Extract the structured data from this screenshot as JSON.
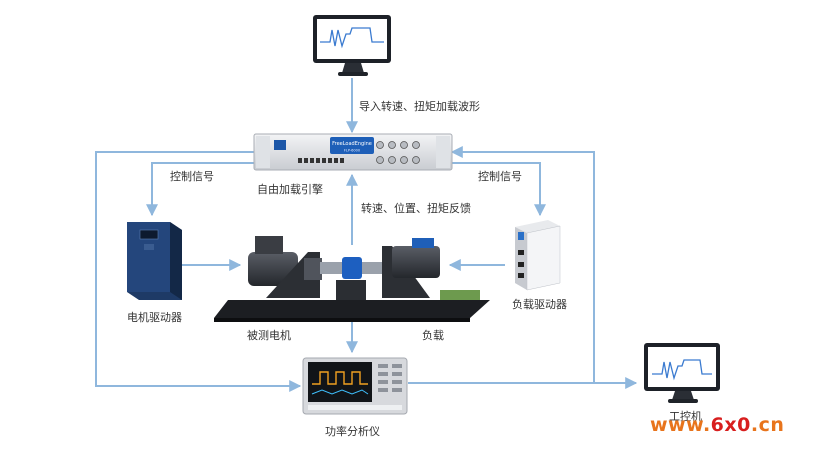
{
  "nodes": {
    "top_pc": {
      "label": ""
    },
    "engine": {
      "label": "自由加载引擎",
      "panel_text": "FreeLoadEngine",
      "panel_model": "FLP-6000"
    },
    "motor_driver": {
      "label": "电机驱动器"
    },
    "load_driver": {
      "label": "负载驱动器"
    },
    "dut_motor": {
      "label": "被测电机"
    },
    "load": {
      "label": "负载"
    },
    "power_analyzer": {
      "label": "功率分析仪"
    },
    "ipc": {
      "label": "工控机"
    }
  },
  "edges": {
    "import_waveform": "导入转速、扭矩加载波形",
    "control_left": "控制信号",
    "control_right": "控制信号",
    "feedback": "转速、位置、扭矩反馈"
  },
  "watermark": {
    "prefix": "www.",
    "mid": "6x0",
    "suffix": ".cn"
  },
  "colors": {
    "line": "#8fb7dd",
    "accent": "#2a6fb3",
    "watermark_orange": "#e8741c",
    "watermark_red": "#d81e1e"
  }
}
